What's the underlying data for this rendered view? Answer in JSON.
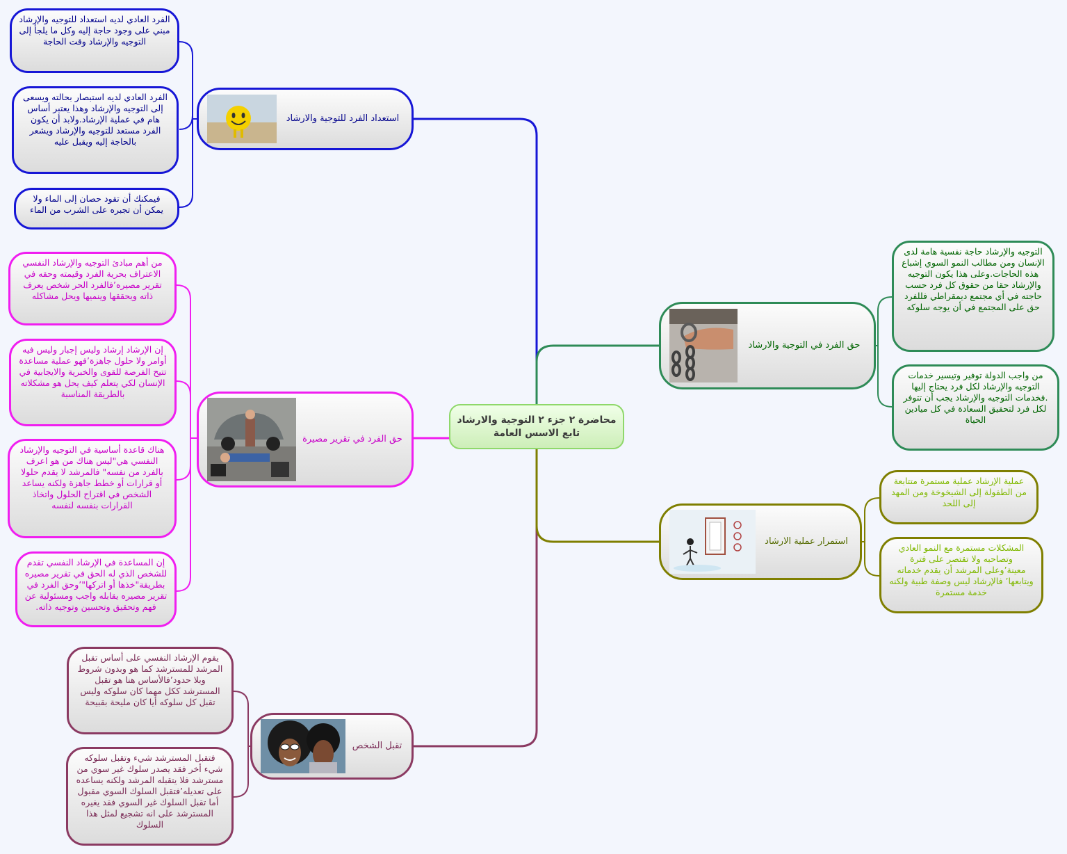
{
  "center": {
    "line1": "محاضرة ٢ جزء ٢ التوجية والارشاد",
    "line2": "تابع الاسس العامة",
    "color": "#8fd86b"
  },
  "branches": {
    "readiness": {
      "color": "#1616d6",
      "title": "استعداد الفرد للتوجية والارشاد",
      "image": "smiley-ball-on-beach",
      "leaves": [
        "الفرد العادي لديه استعداد للتوجيه والإرشاد مبني على وجود حاجة إليه وكل ما يلجأ إلى التوجيه والإرشاد وقت الحاجة",
        "الفرد العادي لديه استبصار بحالته ويسعى إلى التوجيه والإرشاد وهذا يعتبر أساس هام في عملية الإرشاد.ولابد أن يكون الفرد مستعد للتوجيه والإرشاد ويشعر بالحاجة إليه ويقبل عليه",
        "فيمكنك أن تقود حصان إلى الماء ولا يمكن أن تجبره على الشرب من الماء"
      ]
    },
    "right": {
      "color": "#2e8b57",
      "title": "حق الفرد في التوجية والارشاد",
      "image": "chained-hands",
      "leaves": [
        "التوجيه والإرشاد حاجة نفسية هامة لدى الإنسان ومن مطالب النمو السوي إشباع هذه الحاجات.وعلى هذا يكون التوجيه والإرشاد حقا من حقوق كل فرد حسب حاجته في أي مجتمع ديمقراطي فللفرد حق على المجتمع في أن يوجه سلوكه",
        "من واجب الدولة توفير وتيسير خدمات التوجيه والإرشاد لكل فرد يحتاج إليها .فخدمات التوجيه والإرشاد يجب أن تتوفر لكل فرد لتحقيق السعادة في كل ميادين الحياة"
      ]
    },
    "continuity": {
      "color": "#7f7f00",
      "title": "استمرار عملية الارشاد",
      "image": "office-door-illustration",
      "leaves": [
        "عملية الإرشاد عملية مستمرة متتابعة من الطفولة إلى الشيخوخة ومن المهد إلى اللحد",
        "المشكلات مستمرة مع النمو العادي وتصاحبه ولا تقتصر على فترة معينة’وعلى المرشد أن يقدم خدماته ويتابعها’ فالإرشاد ليس وصفة طبية ولكنه خدمة مستمرة"
      ]
    },
    "destiny": {
      "color": "#f01ef0",
      "title": "حق الفرد في تقرير مصيرة",
      "image": "man-dragging-man",
      "leaves": [
        "من أهم مبادئ التوجيه والإرشاد النفسي الاعتراف بحرية الفرد وقيمته وحقه في تقرير مصيره’فالفرد الحر شخص يعرف ذاته ويحققها وينميها ويحل مشاكله",
        "إن الإرشاد إرشاد وليس إجبار وليس فيه أوامر ولا حلول جاهزة’فهو عملية مساعدة تتيح الفرصة للقوى والخبرية والايجابية في الإنسان لكي يتعلم كيف يحل هو مشكلاته بالطريقة المناسبة",
        "هناك قاعدة أساسية في التوجيه والإرشاد النفسي هي\"ليس هناك من هو اعرف بالفرد من نفسه\" فالمرشد لا يقدم حلولا أو قرارات أو خطط جاهزة ولكنه يساعد الشخص في اقتراح الحلول واتخاذ القرارات بنفسه لنفسه",
        "إن المساعدة في الإرشاد النفسي تقدم للشخص الذي له الحق في تقرير مصيره بطريقة\"خذها أو اتركها\"’وحق الفرد في تقرير مصيره يقابله واجب ومسئولية عن فهم وتحقيق وتحسين وتوجيه ذاته."
      ]
    },
    "acceptance": {
      "color": "#8b3a62",
      "title": "تقبل الشخص",
      "image": "two-people-afro-hair",
      "leaves": [
        "يقوم الإرشاد النفسي على أساس تقبل المرشد للمسترشد كما هو وبدون شروط وبلا حدود’فالأساس هنا هو تقبل المسترشد ككل مهما كان سلوكه وليس تقبل كل سلوكه أيا كان مليحة بقبيحة",
        "فتقبل المسترشد شيء وتقبل سلوكه شيء أخر فقد يصدر سلوك غير سوي من مسترشد فلا يتقبله المرشد ولكنه يساعده على تعديله’فتقبل السلوك السوي مقبول أما تقبل السلوك غير السوي فقد يغيره المسترشد على انه تشجيع لمثل هذا السلوك"
      ]
    }
  }
}
